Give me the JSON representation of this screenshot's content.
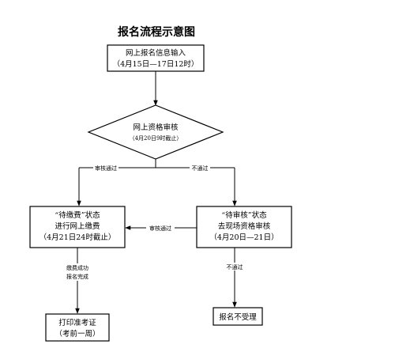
{
  "title": "报名流程示意图",
  "nodes": {
    "input": {
      "line1": "网上报名信息输入",
      "line2": "（4月15日—17日12时）"
    },
    "review": {
      "line1": "网上资格审核",
      "line2": "（4月20日9时截止）"
    },
    "pay": {
      "line1": "“待缴费”状态",
      "line2": "进行网上缴费",
      "line3": "（4月21日24时截止）"
    },
    "onsite": {
      "line1": "“待审核”状态",
      "line2": "去现场资格审核",
      "line3": "（4月20日—21日）"
    },
    "print": {
      "line1": "打印准考证",
      "line2": "（考前一周）"
    },
    "reject": {
      "line1": "报名不受理"
    }
  },
  "edges": {
    "review_pass": "审核通过",
    "review_fail": "不通过",
    "onsite_pass": "审核通过",
    "pay_done_1": "缴费成功",
    "pay_done_2": "报名完成",
    "onsite_fail": "不通过"
  }
}
